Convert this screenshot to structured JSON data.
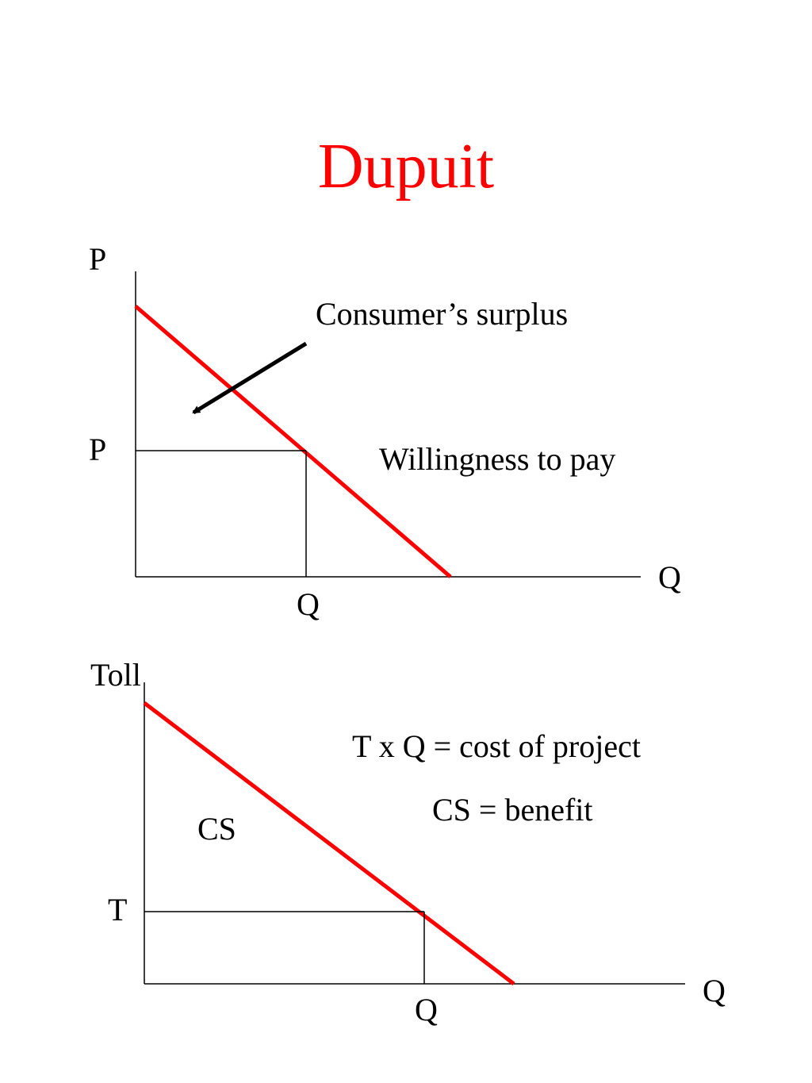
{
  "title": "Dupuit",
  "colors": {
    "title": "#ff0000",
    "demand_line": "#ff0000",
    "axis": "#000000",
    "arrow": "#000000"
  },
  "diagram_top": {
    "y_axis_label": "P",
    "x_axis_label": "Q",
    "price_level_label": "P",
    "quantity_level_label": "Q",
    "annotation_arrow_label": "Consumer’s surplus",
    "area_label": "Willingness to pay"
  },
  "diagram_bottom": {
    "y_axis_label": "Toll",
    "x_axis_label": "Q",
    "toll_level_label": "T",
    "quantity_level_label": "Q",
    "region_label": "CS",
    "equation_cost": "T x Q = cost of project",
    "equation_benefit": "CS = benefit"
  }
}
